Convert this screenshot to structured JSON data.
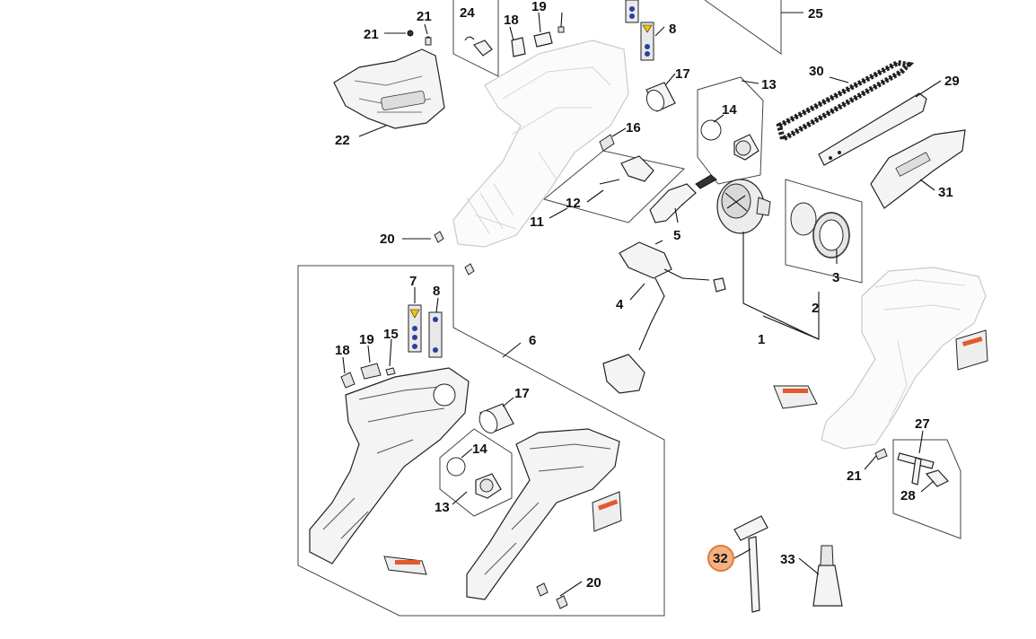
{
  "diagram": {
    "highlight_color": "#f4b183",
    "highlight_stroke": "#e07b39",
    "highlighted_label": "32",
    "labels": [
      {
        "id": "21a",
        "text": "21"
      },
      {
        "id": "21b",
        "text": "21"
      },
      {
        "id": "24",
        "text": "24"
      },
      {
        "id": "18a",
        "text": "18"
      },
      {
        "id": "19a",
        "text": "19"
      },
      {
        "id": "8a",
        "text": "8"
      },
      {
        "id": "25",
        "text": "25"
      },
      {
        "id": "22",
        "text": "22"
      },
      {
        "id": "17a",
        "text": "17"
      },
      {
        "id": "13a",
        "text": "13"
      },
      {
        "id": "14a",
        "text": "14"
      },
      {
        "id": "16",
        "text": "16"
      },
      {
        "id": "30",
        "text": "30"
      },
      {
        "id": "29",
        "text": "29"
      },
      {
        "id": "31",
        "text": "31"
      },
      {
        "id": "12",
        "text": "12"
      },
      {
        "id": "11",
        "text": "11"
      },
      {
        "id": "5",
        "text": "5"
      },
      {
        "id": "20a",
        "text": "20"
      },
      {
        "id": "3",
        "text": "3"
      },
      {
        "id": "4",
        "text": "4"
      },
      {
        "id": "2",
        "text": "2"
      },
      {
        "id": "1",
        "text": "1"
      },
      {
        "id": "7",
        "text": "7"
      },
      {
        "id": "8b",
        "text": "8"
      },
      {
        "id": "6",
        "text": "6"
      },
      {
        "id": "18b",
        "text": "18"
      },
      {
        "id": "19b",
        "text": "19"
      },
      {
        "id": "15",
        "text": "15"
      },
      {
        "id": "17b",
        "text": "17"
      },
      {
        "id": "14b",
        "text": "14"
      },
      {
        "id": "13b",
        "text": "13"
      },
      {
        "id": "20b",
        "text": "20"
      },
      {
        "id": "27",
        "text": "27"
      },
      {
        "id": "21c",
        "text": "21"
      },
      {
        "id": "28",
        "text": "28"
      },
      {
        "id": "32",
        "text": "32"
      },
      {
        "id": "33",
        "text": "33"
      }
    ]
  }
}
